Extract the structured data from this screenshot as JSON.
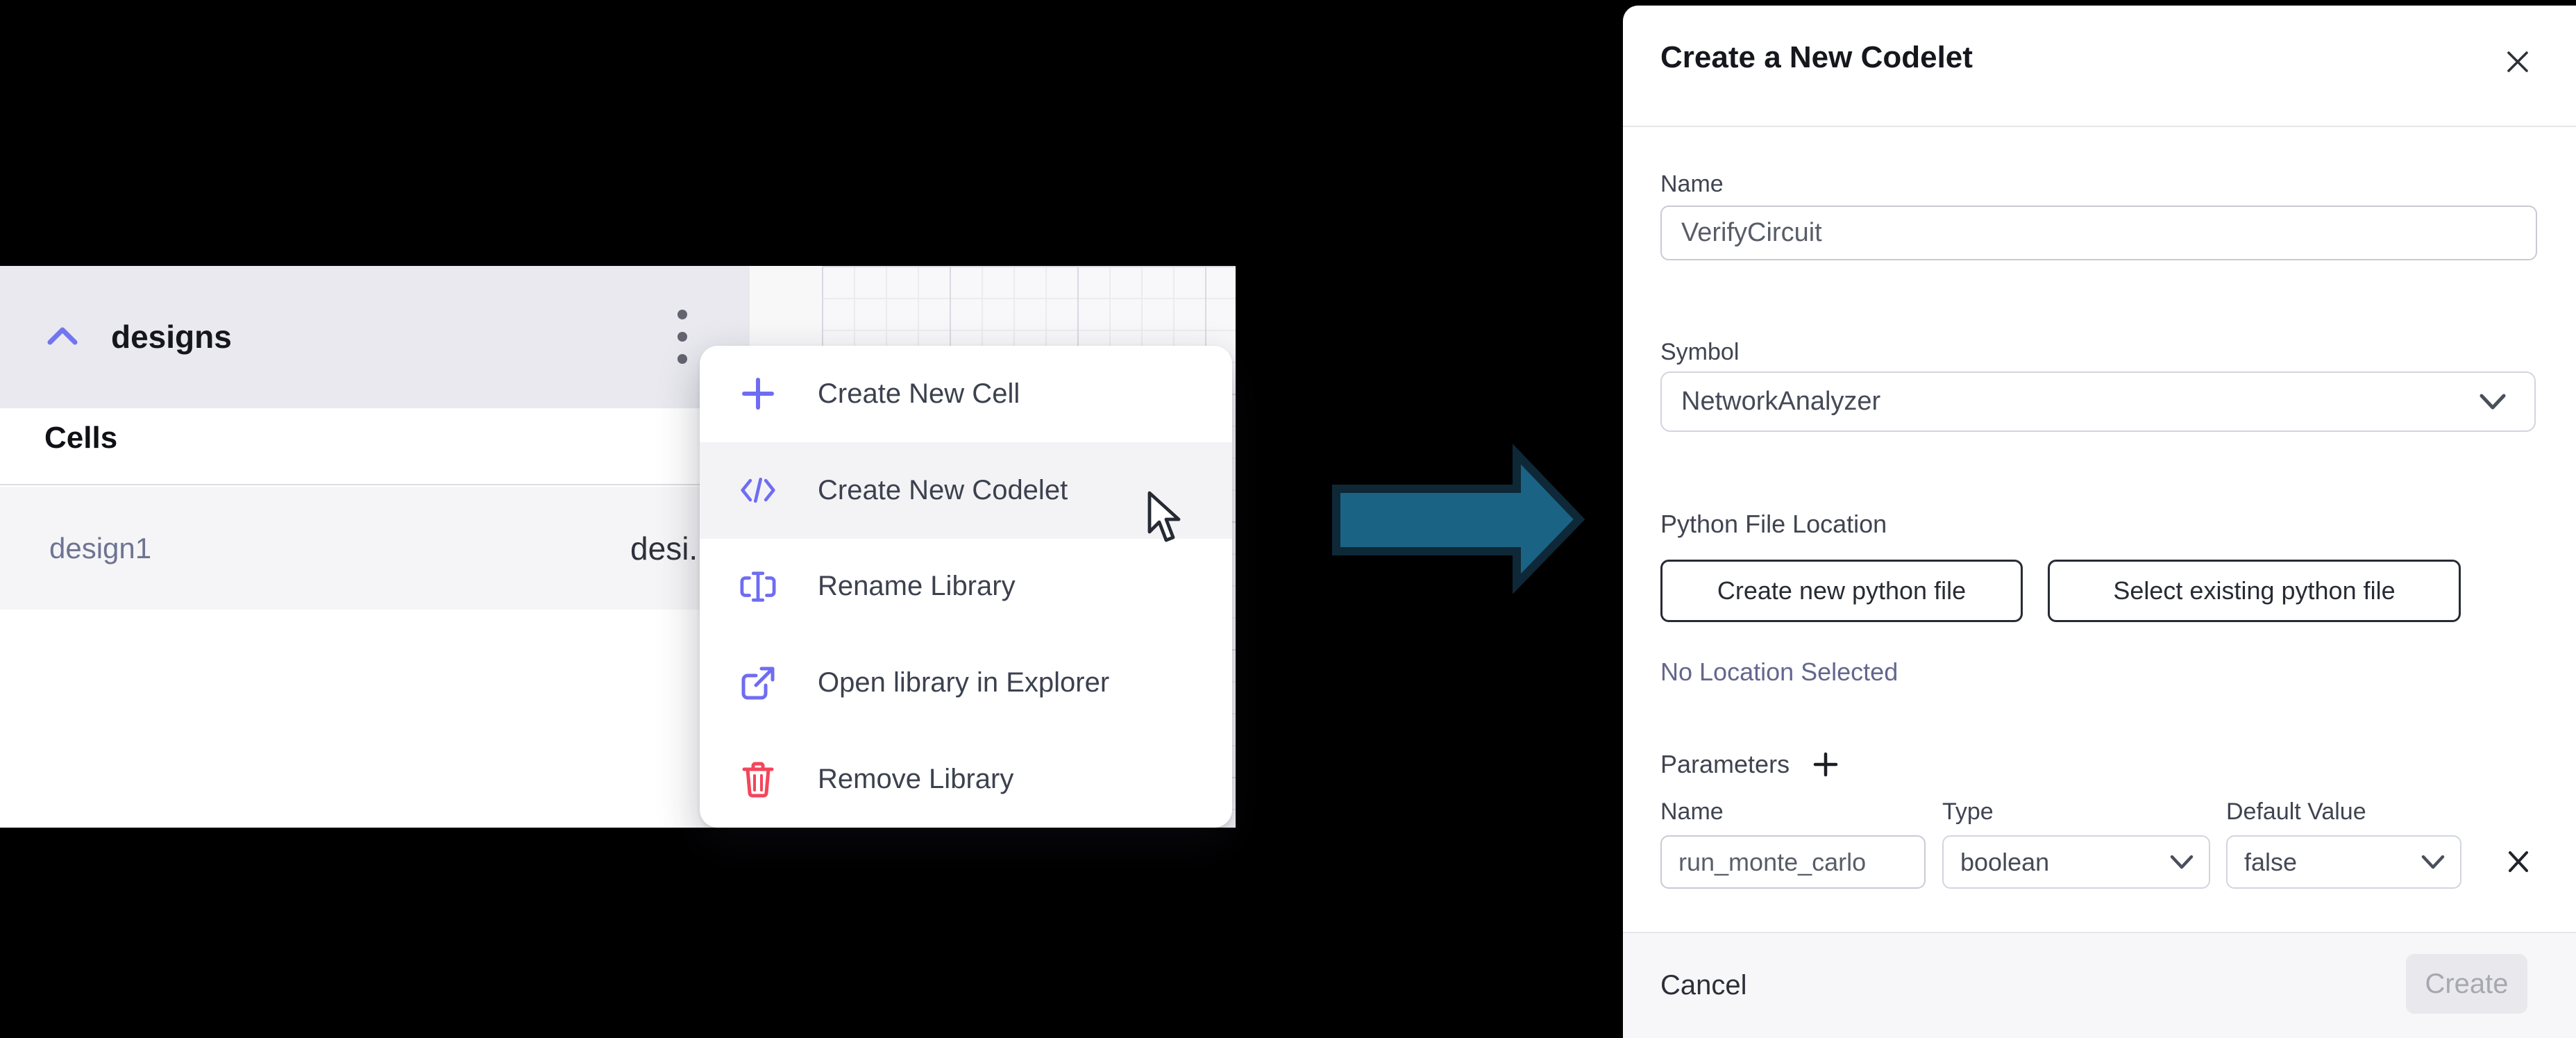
{
  "workspace": {
    "library_name": "designs",
    "cells_heading": "Cells",
    "cells": [
      {
        "name": "design1",
        "preview": "desi.."
      }
    ]
  },
  "context_menu": {
    "items": [
      {
        "label": "Create New Cell",
        "icon": "plus-icon"
      },
      {
        "label": "Create New Codelet",
        "icon": "code-icon",
        "hovered": true
      },
      {
        "label": "Rename Library",
        "icon": "rename-icon"
      },
      {
        "label": "Open library in Explorer",
        "icon": "external-link-icon"
      },
      {
        "label": "Remove Library",
        "icon": "trash-icon",
        "danger": true
      }
    ]
  },
  "dialog": {
    "title": "Create a New Codelet",
    "fields": {
      "name": {
        "label": "Name",
        "value": "VerifyCircuit"
      },
      "symbol": {
        "label": "Symbol",
        "value": "NetworkAnalyzer"
      },
      "python": {
        "label": "Python File Location",
        "create_button": "Create new python file",
        "select_button": "Select existing python file",
        "status": "No Location Selected"
      }
    },
    "parameters": {
      "label": "Parameters",
      "columns": [
        "Name",
        "Type",
        "Default Value"
      ],
      "rows": [
        {
          "name": "run_monte_carlo",
          "type": "boolean",
          "default": "false"
        }
      ]
    },
    "footer": {
      "cancel": "Cancel",
      "create": "Create"
    }
  },
  "colors": {
    "accent_purple": "#6f6cf2",
    "danger_red": "#f4455a",
    "arrow_fill": "#1b6385",
    "arrow_border": "#0e2838",
    "header_band": "#e9e9ef",
    "row_bg": "#f5f5f7",
    "status_text": "#63678e"
  }
}
